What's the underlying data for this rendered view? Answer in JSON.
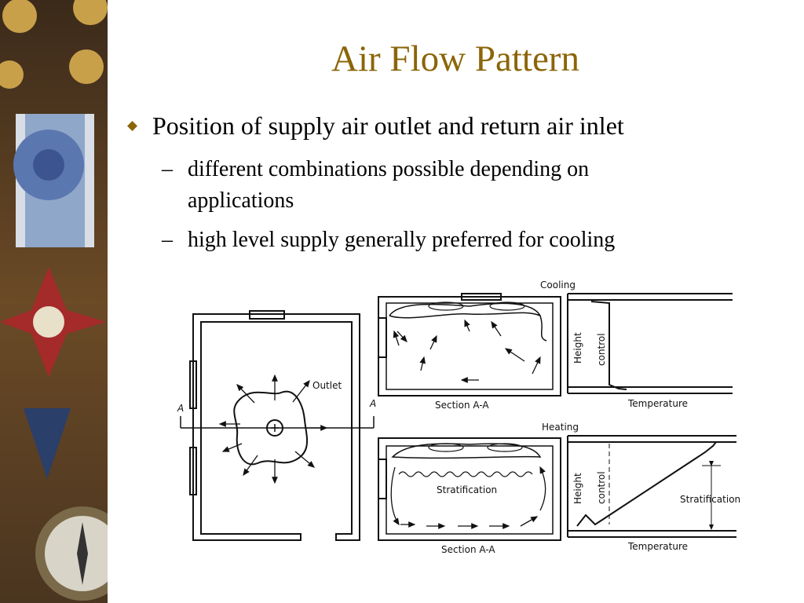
{
  "slide": {
    "title": "Air Flow Pattern",
    "bullet": {
      "text": "Position of supply air outlet and return air inlet",
      "sub": [
        {
          "dash": "–",
          "text": "different combinations possible depending on applications"
        },
        {
          "dash": "–",
          "text": "high level supply generally preferred for cooling"
        }
      ]
    }
  },
  "figure": {
    "plan": {
      "outlet_label": "Outlet",
      "section_mark_left": "A",
      "section_mark_right": "A"
    },
    "cooling": {
      "heading": "Cooling",
      "section_label": "Section A-A",
      "graph_y_label": "Height",
      "control_label": "control",
      "graph_x_label": "Temperature"
    },
    "heating": {
      "heading": "Heating",
      "section_label": "Section A-A",
      "stratification_label": "Stratification",
      "graph_y_label": "Height",
      "control_label": "control",
      "graph_x_label": "Temperature",
      "graph_stratification_label": "Stratification"
    }
  },
  "colors": {
    "title": "#8b6508",
    "bullet": "#8b6508"
  }
}
